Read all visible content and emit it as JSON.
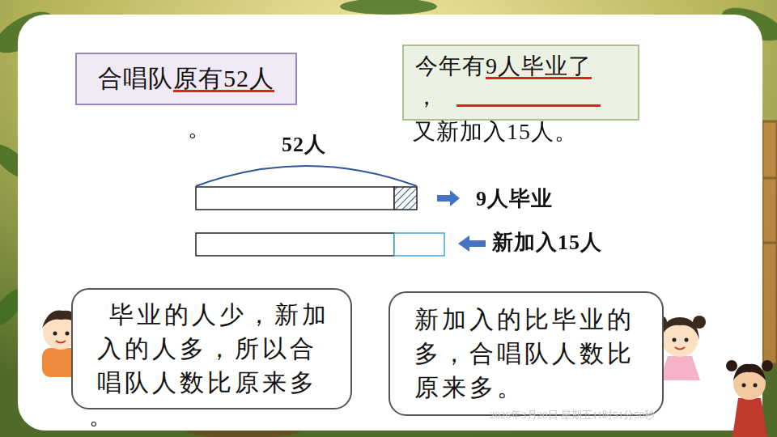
{
  "diagram": {
    "nodes": [
      {
        "text": [
          "合唱队原有52人"
        ]
      },
      {
        "text": [
          "今年有9人毕业了",
          "，"
        ]
      },
      {
        "text": [
          "毕业的人少，新加入的人多，所以合唱队人数比原来多"
        ]
      },
      {
        "text": [
          "新加入的比毕业的多，合唱队人数比原来多。"
        ]
      }
    ],
    "labels": [
      "。",
      "又新加入15人。",
      "52人",
      "9人毕业",
      "新加入15人",
      "。",
      "2026年3月20日 星期五11时51分50秒"
    ]
  }
}
